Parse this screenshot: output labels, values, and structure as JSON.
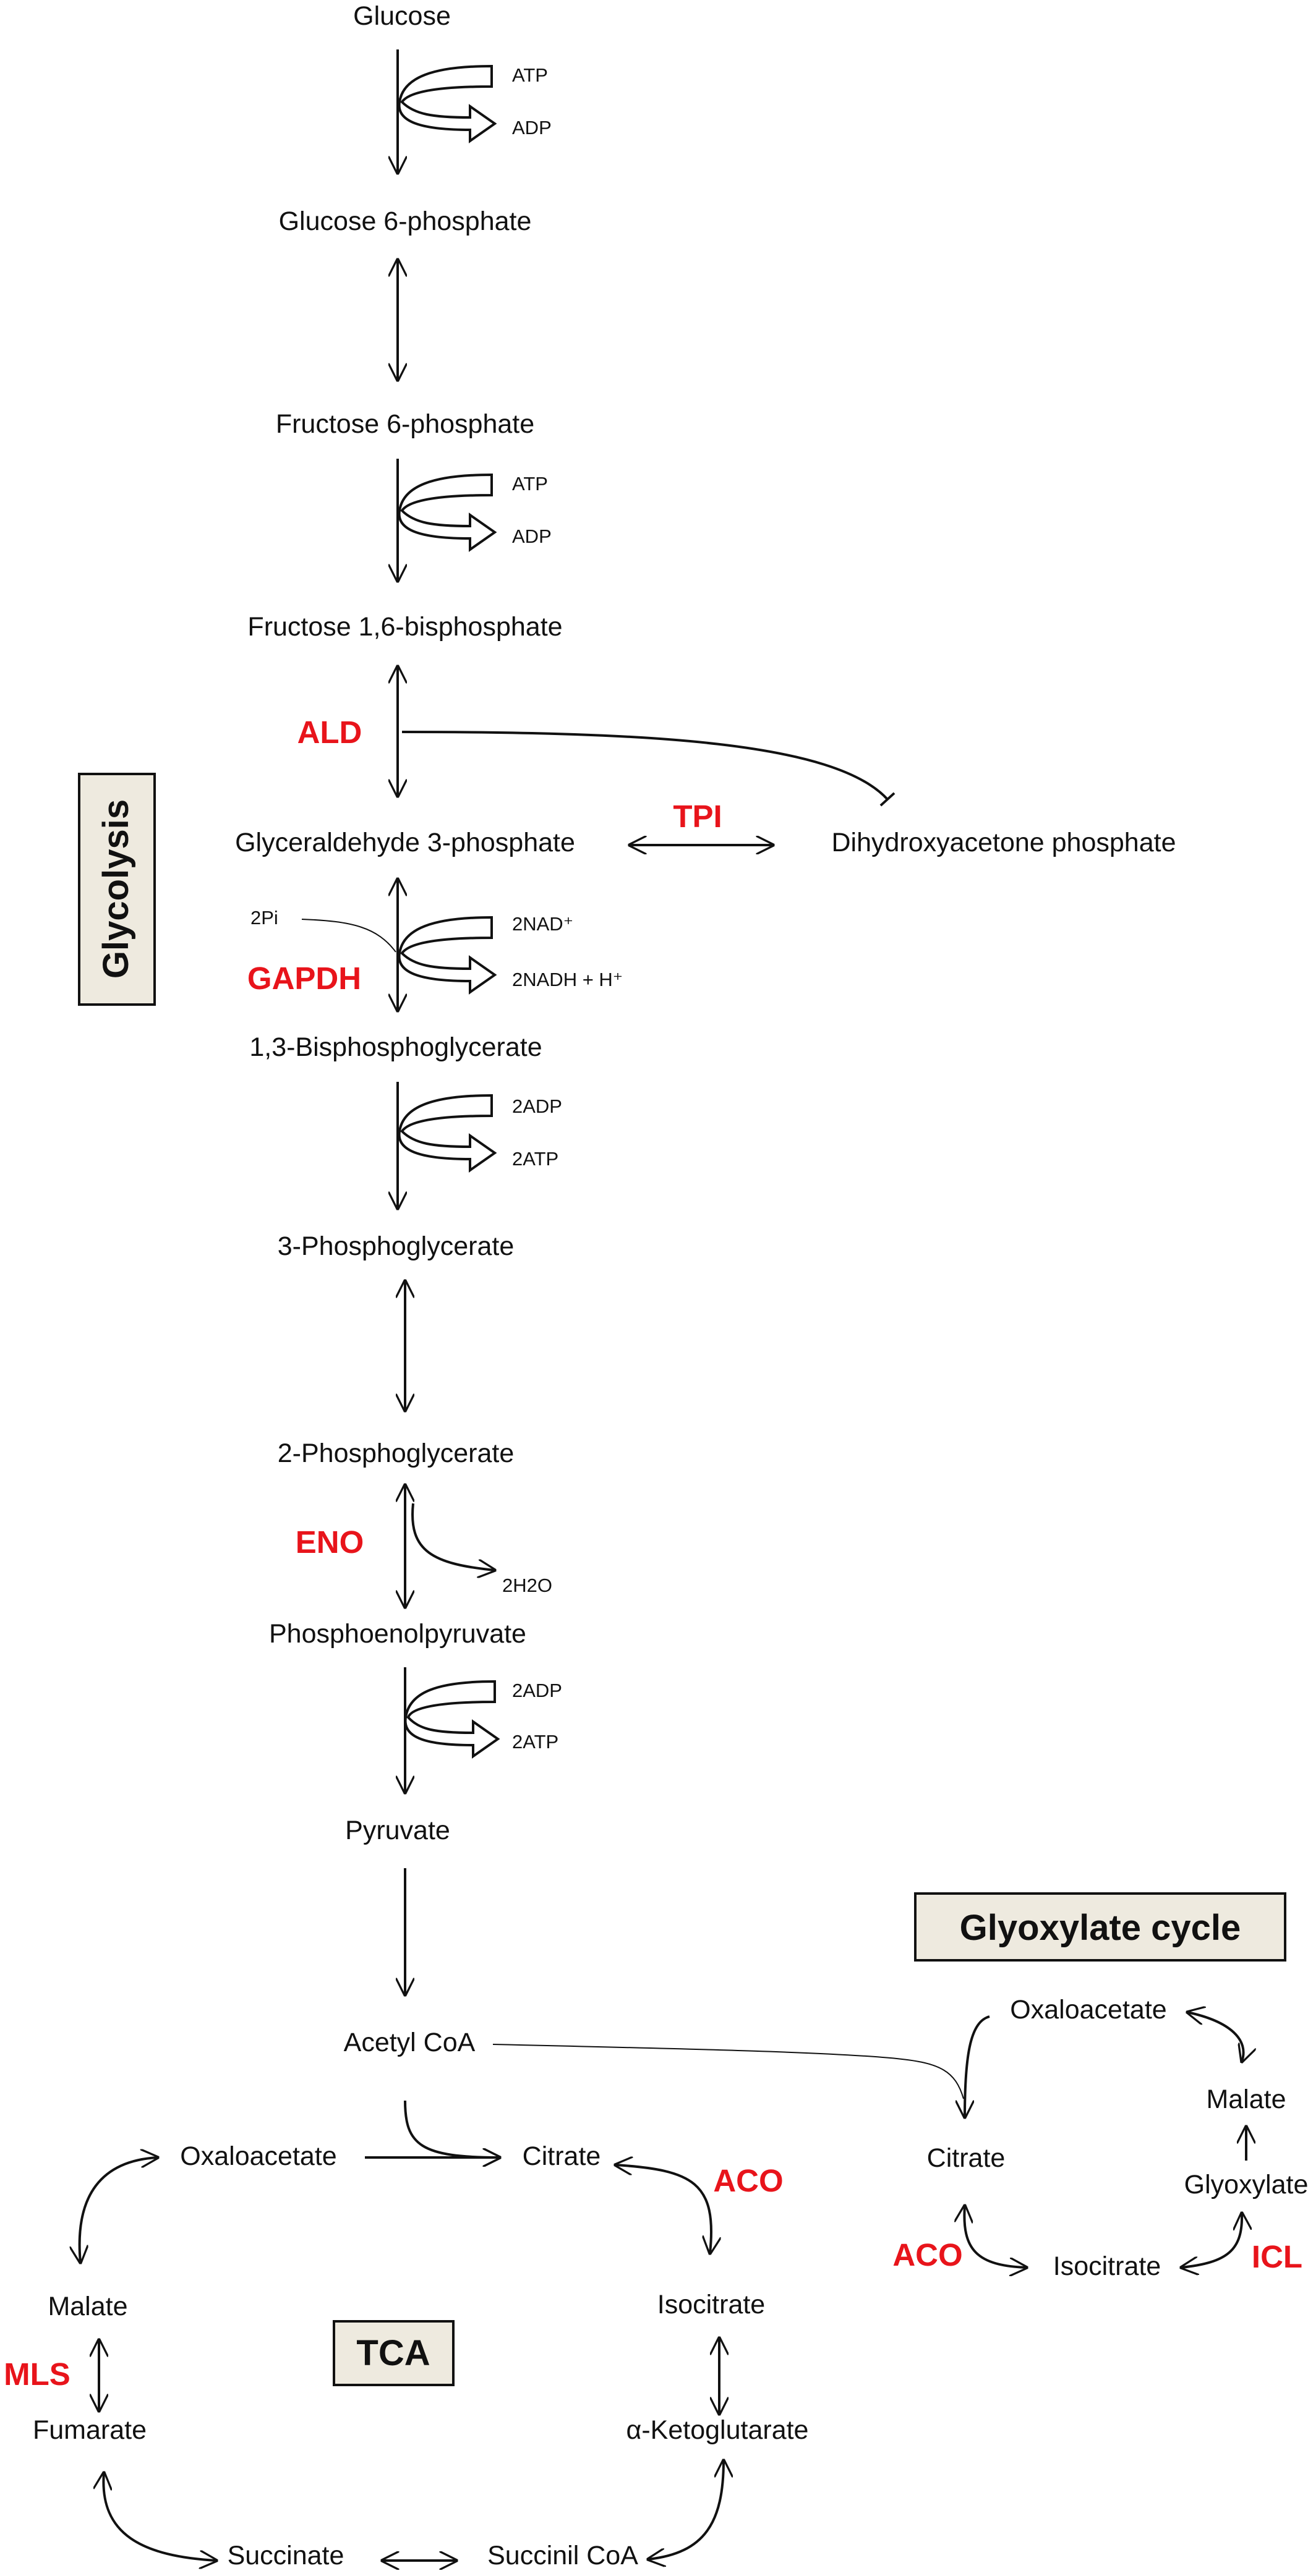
{
  "glycolysis": {
    "label": "Glycolysis",
    "metabolites": {
      "glucose": "Glucose",
      "g6p": "Glucose 6-phosphate",
      "f6p": "Fructose 6-phosphate",
      "f16bp": "Fructose 1,6-bisphosphate",
      "g3p": "Glyceraldehyde 3-phosphate",
      "dhap": "Dihydroxyacetone  phosphate",
      "bpg13": "1,3-Bisphosphoglycerate",
      "pg3": "3-Phosphoglycerate",
      "pg2": "2-Phosphoglycerate",
      "pep": "Phosphoenolpyruvate",
      "pyruvate": "Pyruvate",
      "acetyl_coa": "Acetyl CoA"
    },
    "cofactors": {
      "atp1": "ATP",
      "adp1": "ADP",
      "atp2": "ATP",
      "adp2": "ADP",
      "pi": "2Pi",
      "nad": "2NAD⁺",
      "nadh": "2NADH + H⁺",
      "adp3": "2ADP",
      "atp3": "2ATP",
      "h2o": "2H2O",
      "adp4": "2ADP",
      "atp4": "2ATP"
    },
    "enzymes": {
      "ald": "ALD",
      "tpi": "TPI",
      "gapdh": "GAPDH",
      "eno": "ENO"
    }
  },
  "tca": {
    "label": "TCA",
    "metabolites": {
      "oxaloacetate": "Oxaloacetate",
      "citrate": "Citrate",
      "isocitrate": "Isocitrate",
      "akg": "α-Ketoglutarate",
      "succinyl_coa": "Succinil CoA",
      "succinate": "Succinate",
      "fumarate": "Fumarate",
      "malate": "Malate"
    },
    "enzymes": {
      "aco": "ACO",
      "mls": "MLS"
    }
  },
  "glyoxylate": {
    "label": "Glyoxylate cycle",
    "metabolites": {
      "oxaloacetate": "Oxaloacetate",
      "malate": "Malate",
      "glyoxylate": "Glyoxylate",
      "isocitrate": "Isocitrate",
      "citrate": "Citrate"
    },
    "enzymes": {
      "aco": "ACO",
      "icl": "ICL"
    }
  },
  "colors": {
    "enzyme": "#e8141b",
    "box_fill": "#eeeadf",
    "line": "#111111"
  }
}
